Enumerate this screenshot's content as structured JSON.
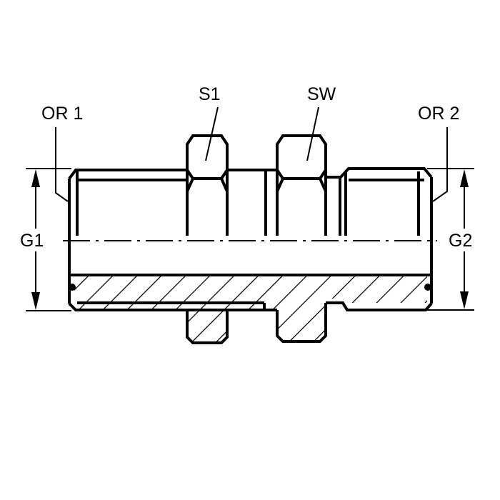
{
  "drawing": {
    "title": "Male stud connector with O-rings, cross-section",
    "labels": {
      "or1": "OR 1",
      "s1": "S1",
      "sw": "SW",
      "or2": "OR 2",
      "g1": "G1",
      "g2": "G2"
    },
    "colors": {
      "line": "#000000",
      "background": "#ffffff"
    }
  }
}
